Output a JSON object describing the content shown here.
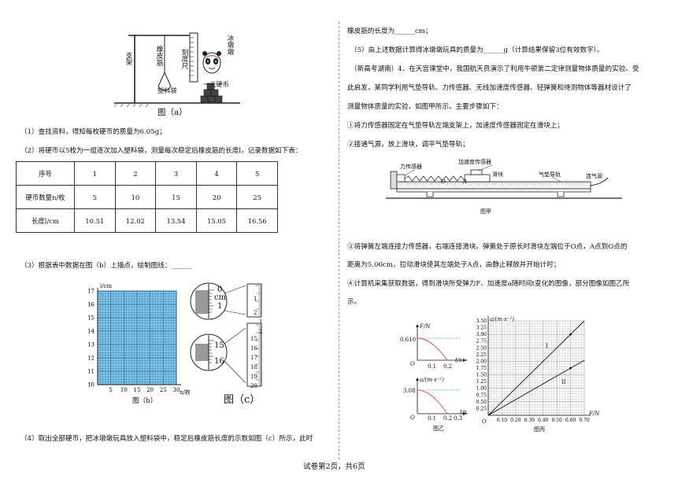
{
  "left": {
    "fig_a": {
      "stand": "支架",
      "band": "橡皮筋",
      "ruler": "刻度尺",
      "mascot": "冰墩墩",
      "bag": "塑料袋",
      "coins": "一元硬币",
      "caption": "图（a）"
    },
    "q1": "（1）查找资料，得知每枚硬币的质量为6.05g；",
    "q2": "（2）将硬币以5枚为一组逐次加入塑料袋，测量每次稳定后橡皮筋的长度l，记录数据如下表：",
    "table": {
      "headers": [
        "序号",
        "硬币数量n/枚",
        "长度l/cm"
      ],
      "columns": [
        [
          "1",
          "5",
          "10.51"
        ],
        [
          "2",
          "10",
          "12.02"
        ],
        [
          "3",
          "15",
          "13.54"
        ],
        [
          "4",
          "20",
          "15.05"
        ],
        [
          "5",
          "25",
          "16.56"
        ]
      ]
    },
    "q3": "（3）根据表中数据在图（b）上描点，绘制图线：______",
    "fig_b": {
      "ylabel": "l/cm",
      "xlabel": "n/枚",
      "yticks": [
        "17",
        "16",
        "15",
        "14",
        "13",
        "12",
        "11",
        "10"
      ],
      "xticks": [
        "5",
        "10",
        "15",
        "20",
        "25",
        "30"
      ],
      "caption": "图（b）"
    },
    "fig_c": {
      "top_digits": [
        "0"
      ],
      "top_unit": "cm",
      "top_one": "1",
      "ruler1": [
        "1",
        "2"
      ],
      "mid_digits": [
        "15",
        "16"
      ],
      "ruler2": [
        "15",
        "16",
        "17",
        "18",
        "19",
        "20"
      ],
      "one": "1",
      "two": "2",
      "caption": "图（c）"
    },
    "q4": "（4）取出全部硬币，把冰墩墩玩具放入塑料袋中，稳定后橡皮筋长度的示数如图（c）所示，此时"
  },
  "right": {
    "q4_cont": "橡皮筋的长度为______cm；",
    "q5": "（5）由上述数据计算得冰墩墩玩具的质量为______g（计算结果保留3位有效数字）。",
    "q6_p1": "（新高考湖南）4．在天宫课堂中，我国航天员演示了利用牛顿第二定律测量物体质量的实验。受",
    "q6_p2": "此启发，某同学利用气垫导轨、力传感器、无线加速度传感器、轻弹簧和待测物体等器材设计了",
    "q6_p3": "测量物体质量的实验，如图甲所示。主要步骤如下：",
    "s1": "①将力传感器固定在气垫导轨左端支架上，加速度传感器固定在滑块上；",
    "s2": "②接通气源，放上滑块，调平气垫导轨；",
    "apparatus": {
      "force_sensor": "力传感器",
      "accel_sensor": "加速度传感器",
      "slider": "滑块",
      "track": "气垫导轨",
      "air_source": "连气源",
      "point_o": "O",
      "point_a": "A",
      "caption": "图甲"
    },
    "s3_p1": "③将弹簧左端连接力传感器，右端连接滑块。弹簧处于原长时滑块左端位于O点，A点到O点的",
    "s3_p2": "距离为5.00cm，拉动滑块使其左端处于A点，由静止释放并开始计时；",
    "s4_p1": "④计算机采集获取数据，得到滑块所受弹力F、加速度a随时间t变化的图像，部分图像如图乙所",
    "s4_p2": "示。",
    "fig_yi": {
      "f_label": "F/N",
      "f_value": "0.610",
      "a_label": "a/(m·s⁻²)",
      "a_value": "3.08",
      "x_ticks": [
        "0.1",
        "0.2",
        "0.3"
      ],
      "t_label": "t/s",
      "origin": "O",
      "caption": "图乙"
    },
    "fig_bing": {
      "ylabel": "a/(m·s⁻²)",
      "xlabel": "F/N",
      "yticks": [
        "3.50",
        "3.25",
        "3.00",
        "2.75",
        "2.50",
        "2.25",
        "2.00",
        "1.75",
        "1.50",
        "1.25",
        "1.00",
        "0.75",
        "0.50",
        "0.25"
      ],
      "xticks": [
        "0.10",
        "0.20",
        "0.30",
        "0.40",
        "0.50",
        "0.60",
        "0.70"
      ],
      "origin": "O",
      "line1": "I",
      "line2": "II",
      "caption": "图丙"
    }
  },
  "footer": "试卷第2页，共6页",
  "chart_data": [
    {
      "type": "table",
      "title": "",
      "categories": [
        "1",
        "2",
        "3",
        "4",
        "5"
      ],
      "series": [
        {
          "name": "硬币数量n/枚",
          "values": [
            5,
            10,
            15,
            20,
            25
          ]
        },
        {
          "name": "长度l/cm",
          "values": [
            10.51,
            12.02,
            13.54,
            15.05,
            16.56
          ]
        }
      ]
    },
    {
      "type": "line",
      "title": "图（b）",
      "xlabel": "n/枚",
      "ylabel": "l/cm",
      "xlim": [
        0,
        30
      ],
      "ylim": [
        10,
        17
      ],
      "grid": true,
      "series": []
    },
    {
      "type": "line",
      "title": "图丙",
      "xlabel": "F/N",
      "ylabel": "a/(m·s⁻²)",
      "xlim": [
        0,
        0.7
      ],
      "ylim": [
        0,
        3.5
      ],
      "grid": true,
      "series": [
        {
          "name": "I",
          "x": [
            0,
            0.6,
            0.7
          ],
          "y": [
            0,
            3.0,
            3.5
          ]
        },
        {
          "name": "II",
          "x": [
            0,
            0.6,
            0.7
          ],
          "y": [
            0,
            1.75,
            2.04
          ]
        }
      ]
    }
  ]
}
